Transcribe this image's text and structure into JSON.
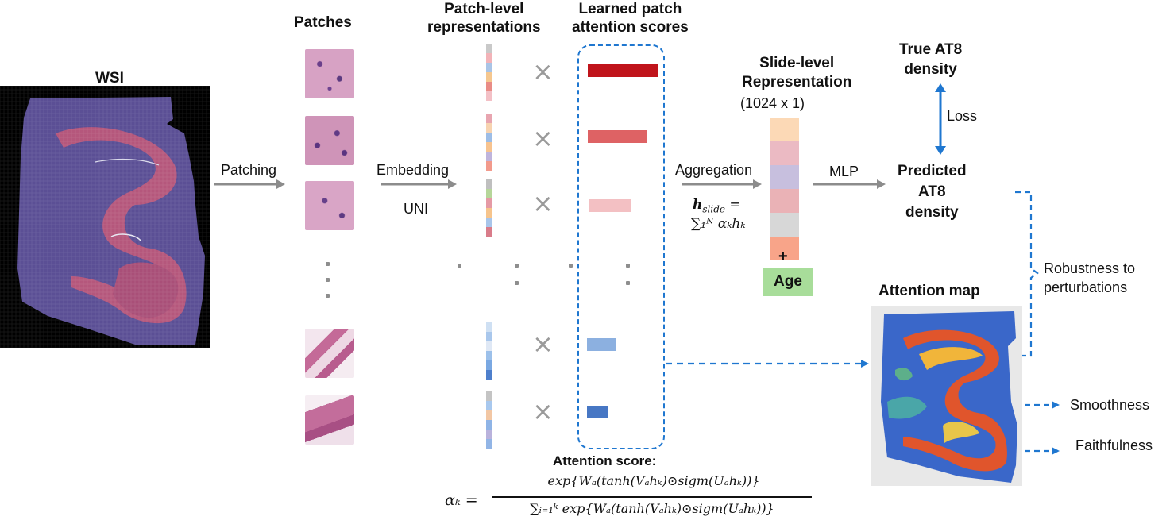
{
  "labels": {
    "wsi": "WSI",
    "patches": "Patches",
    "patch_level": "Patch-level\nrepresentations",
    "learned_scores": "Learned patch\nattention scores",
    "slide_level_title": "Slide-level\nRepresentation",
    "slide_level_dim": "(1024 x 1)",
    "true_at8": "True AT8\ndensity",
    "loss": "Loss",
    "predicted_at8": "Predicted\nAT8\ndensity",
    "patching": "Patching",
    "embedding": "Embedding",
    "uni": "UNI",
    "aggregation": "Aggregation",
    "mlp": "MLP",
    "plus": "+",
    "age": "Age",
    "attention_map": "Attention map",
    "robustness": "Robustness to\nperturbations",
    "smoothness": "Smoothness",
    "faithfulness": "Faithfulness",
    "attention_score_title": "Attention score:"
  },
  "formulas": {
    "h_slide_lhs": "h",
    "h_slide_sub": "slide",
    "h_slide_eq": " =",
    "h_slide_rhs": "∑₁ᴺ αₖhₖ",
    "alpha_lhs": "αₖ =",
    "alpha_num": "exp{Wₐ(tanh(Vₐhₖ)⊙sigm(Uₐhₖ))}",
    "alpha_den": "∑ᵢ₌₁ᵏ exp{Wₐ(tanh(Vₐhₖ)⊙sigm(Uₐhₖ))}"
  },
  "colors": {
    "arrow_gray": "#8c8c8c",
    "dashed_blue": "#1f77d0",
    "age_bg": "#a8dd9a",
    "multiply_gray": "#9a9a9a"
  },
  "icons": {
    "multiply": "×"
  }
}
